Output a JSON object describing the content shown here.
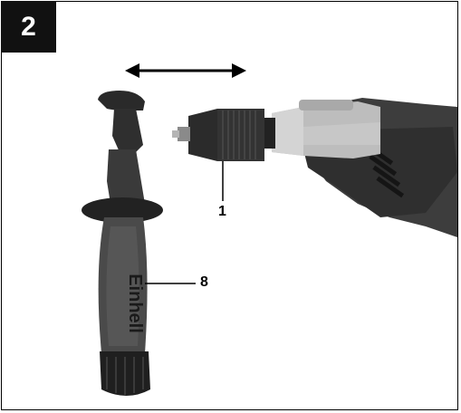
{
  "figure": {
    "number": "2"
  },
  "callouts": {
    "chuck": "1",
    "handle": "8"
  },
  "brand": {
    "handle_text": "Einhell"
  },
  "colors": {
    "badge_bg": "#111111",
    "badge_text": "#ffffff",
    "drill_body": "#3a3a3a",
    "drill_nose": "#bdbdbd",
    "chuck": "#2b2b2b",
    "handle_grip": "#4a4a4a"
  }
}
